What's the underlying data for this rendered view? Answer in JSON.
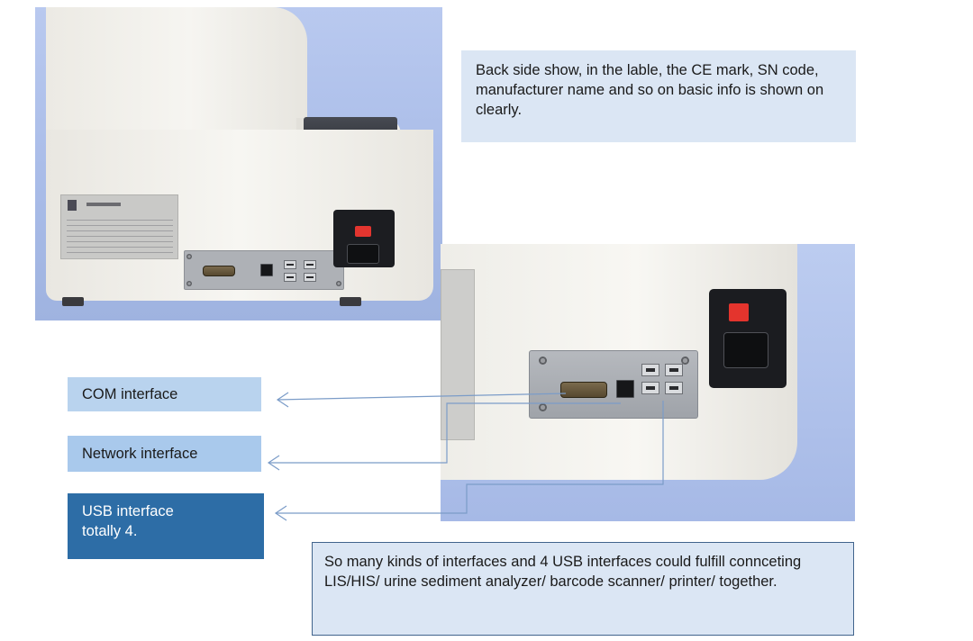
{
  "callouts": {
    "back_note": "Back side show, in the lable, the CE mark, SN code, manufacturer name and so on basic info is shown on clearly.",
    "com_label": "COM interface",
    "network_label": "Network interface",
    "usb_label": "USB interface totally 4.",
    "summary_note": "So many kinds of interfaces and 4 USB interfaces could fulfill connceting LIS/HIS/ urine sediment analyzer/ barcode scanner/ printer/  together."
  },
  "colors": {
    "light_callout": "#dbe6f4",
    "com_box": "#b9d3ee",
    "network_box": "#a9c9ec",
    "usb_box": "#2d6da6",
    "arrow": "#7b9cc8",
    "summary_border": "#41648c"
  },
  "photos": {
    "back_view": "urine-analyzer-back-photo",
    "ports_closeup": "interface-ports-closeup-photo"
  }
}
